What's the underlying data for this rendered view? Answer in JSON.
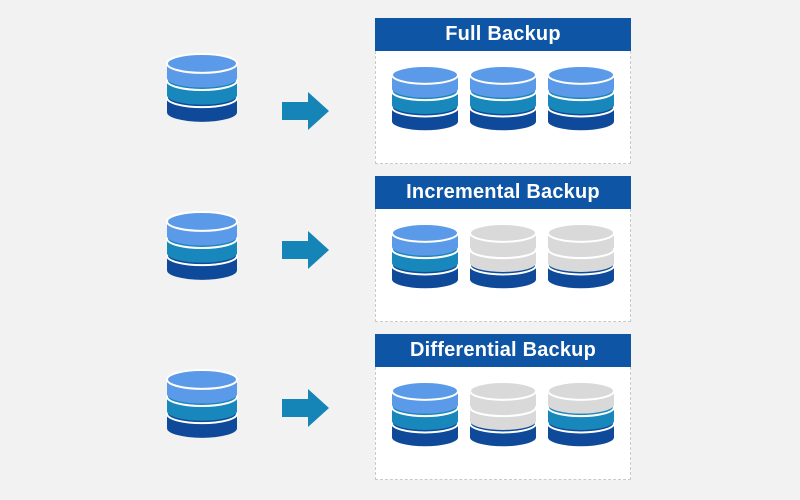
{
  "colors": {
    "background": "#f2f2f2",
    "header": "#0e55a5",
    "header_text": "#ffffff",
    "db_top_layer": "#5b9ae8",
    "db_middle_layer": "#1887bb",
    "db_bottom_layer": "#0e4a99",
    "db_empty_layer": "#d9d9d9",
    "arrow": "#1584b7"
  },
  "icons": {
    "source": "database-icon",
    "arrow": "arrow-right-icon",
    "backup": "database-icon"
  },
  "backups": [
    {
      "title": "Full Backup",
      "databases": [
        {
          "layers_filled": [
            "top",
            "middle",
            "bottom"
          ]
        },
        {
          "layers_filled": [
            "top",
            "middle",
            "bottom"
          ]
        },
        {
          "layers_filled": [
            "top",
            "middle",
            "bottom"
          ]
        }
      ]
    },
    {
      "title": "Incremental Backup",
      "databases": [
        {
          "layers_filled": [
            "top",
            "middle",
            "bottom"
          ]
        },
        {
          "layers_filled": [
            "bottom"
          ]
        },
        {
          "layers_filled": [
            "bottom"
          ]
        }
      ]
    },
    {
      "title": "Differential Backup",
      "databases": [
        {
          "layers_filled": [
            "top",
            "middle",
            "bottom"
          ]
        },
        {
          "layers_filled": [
            "bottom"
          ]
        },
        {
          "layers_filled": [
            "middle",
            "bottom"
          ]
        }
      ]
    }
  ]
}
